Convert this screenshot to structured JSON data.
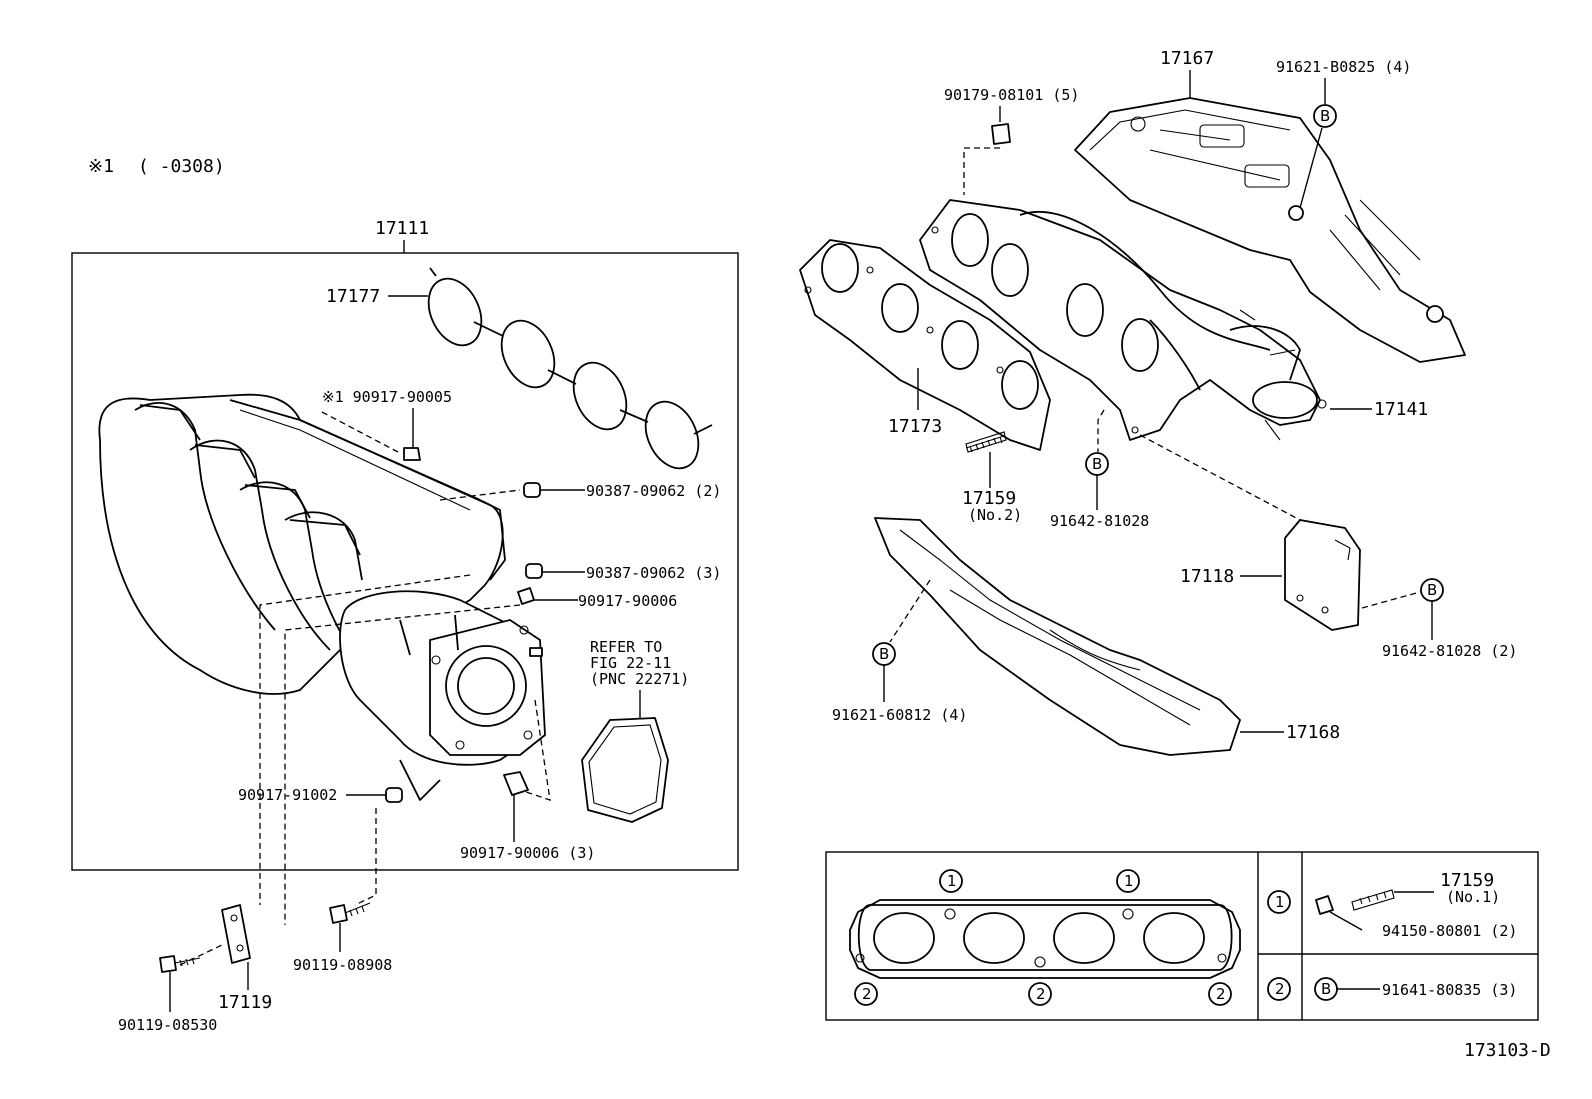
{
  "note": {
    "mark": "※1",
    "range": "(      -0308)"
  },
  "intake": {
    "box_label": "17111",
    "gasket": "17177",
    "note_part": "※1 90917-90005",
    "stud1": "90387-09062 (2)",
    "stud2": "90387-09062 (3)",
    "nut1": "90917-90006",
    "nut2": "90917-90006 (3)",
    "bolt_side": "90917-91002",
    "refer": [
      "REFER TO",
      "FIG 22-11",
      "(PNC 22271)"
    ],
    "bracket": "17119",
    "bolt_a": "90119-08530",
    "bolt_b": "90119-08908"
  },
  "exhaust": {
    "heat_insulator_upper": "17167",
    "bolt_top": "91621-B0825 (4)",
    "nut_top": "90179-08101 (5)",
    "gasket": "17173",
    "stud": "17159",
    "stud_sub": "(No.2)",
    "manifold": "17141",
    "bolt_mid": "91642-81028",
    "stay": "17118",
    "bolt_stay": "91642-81028 (2)",
    "bolt_low": "91621-60812 (4)",
    "heat_insulator_lower": "17168",
    "marker_b": "B"
  },
  "table": {
    "markers": [
      "1",
      "2"
    ],
    "row1_part": "17159",
    "row1_sub": "(No.1)",
    "row1_nut": "94150-80801 (2)",
    "row2_bolt": "91641-80835 (3)",
    "marker_b": "B"
  },
  "figure_code": "173103-D"
}
